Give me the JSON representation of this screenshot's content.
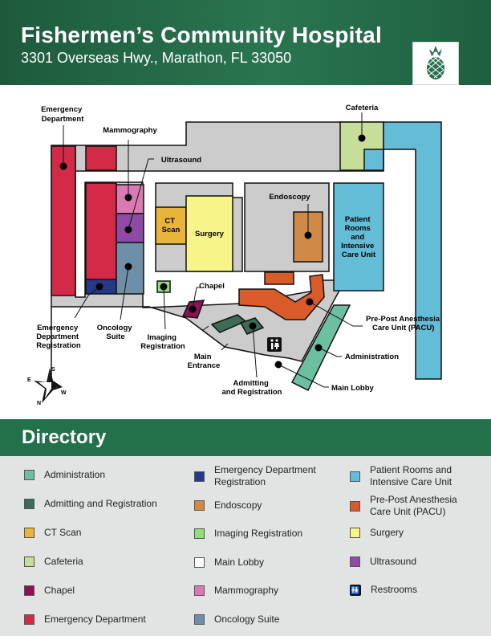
{
  "header": {
    "title": "Fishermen’s Community Hospital",
    "address": "3301 Overseas Hwy., Marathon, FL 33050",
    "logo_icon": "pineapple-icon"
  },
  "colors": {
    "administration": "#6dbfa1",
    "admitting": "#3d6b57",
    "ct_scan": "#e8b43a",
    "cafeteria": "#c7dd9a",
    "chapel": "#8e1155",
    "emergency": "#d32a48",
    "er_registration": "#233a8a",
    "endoscopy": "#cf8a48",
    "imaging_registration": "#8fe07a",
    "main_lobby": "#ffffff",
    "mammography": "#d97ab5",
    "oncology": "#6f8fa9",
    "patient_rooms": "#64bdd7",
    "pacu": "#d95b2a",
    "surgery": "#f7f48a",
    "ultrasound": "#8f4aa5",
    "corridor": "#cccccc",
    "brand_green": "#23714b"
  },
  "map": {
    "labels": {
      "emergency": [
        "Emergency",
        "Department"
      ],
      "mammography": "Mammography",
      "cafeteria": "Cafeteria",
      "ultrasound": "Ultrasound",
      "endoscopy": "Endoscopy",
      "ct_scan": [
        "CT",
        "Scan"
      ],
      "surgery": "Surgery",
      "patient_rooms": [
        "Patient",
        "Rooms",
        "and",
        "Intensive",
        "Care Unit"
      ],
      "chapel": "Chapel",
      "er_registration": [
        "Emergency",
        "Department",
        "Registration"
      ],
      "oncology": [
        "Oncology",
        "Suite"
      ],
      "imaging_registration": [
        "Imaging",
        "Registration"
      ],
      "main_entrance": [
        "Main",
        "Entrance"
      ],
      "admitting": [
        "Admitting",
        "and Registration"
      ],
      "pacu": [
        "Pre-Post Anesthesia",
        "Care Unit (PACU)"
      ],
      "administration": "Administration",
      "main_lobby": "Main Lobby"
    },
    "compass": {
      "n": "N",
      "s": "S",
      "e": "E",
      "w": "W",
      "icon": "compass-rose-icon"
    },
    "restroom_icon": "restroom-icon"
  },
  "directory": {
    "title": "Directory",
    "columns": [
      [
        {
          "label": "Administration",
          "color_key": "administration"
        },
        {
          "label": "Admitting and Registration",
          "color_key": "admitting"
        },
        {
          "label": "CT Scan",
          "color_key": "ct_scan"
        },
        {
          "label": "Cafeteria",
          "color_key": "cafeteria"
        },
        {
          "label": "Chapel",
          "color_key": "chapel"
        },
        {
          "label": "Emergency Department",
          "color_key": "emergency"
        }
      ],
      [
        {
          "label": "Emergency Department\nRegistration",
          "color_key": "er_registration"
        },
        {
          "label": "Endoscopy",
          "color_key": "endoscopy"
        },
        {
          "label": "Imaging Registration",
          "color_key": "imaging_registration"
        },
        {
          "label": "Main Lobby",
          "color_key": "main_lobby"
        },
        {
          "label": "Mammography",
          "color_key": "mammography"
        },
        {
          "label": "Oncology Suite",
          "color_key": "oncology"
        }
      ],
      [
        {
          "label": "Patient Rooms and\nIntensive Care Unit",
          "color_key": "patient_rooms"
        },
        {
          "label": "Pre-Post Anesthesia\nCare Unit (PACU)",
          "color_key": "pacu"
        },
        {
          "label": "Surgery",
          "color_key": "surgery"
        },
        {
          "label": "Ultrasound",
          "color_key": "ultrasound"
        },
        {
          "label": "Restrooms",
          "color_key": "restroom"
        }
      ]
    ]
  }
}
